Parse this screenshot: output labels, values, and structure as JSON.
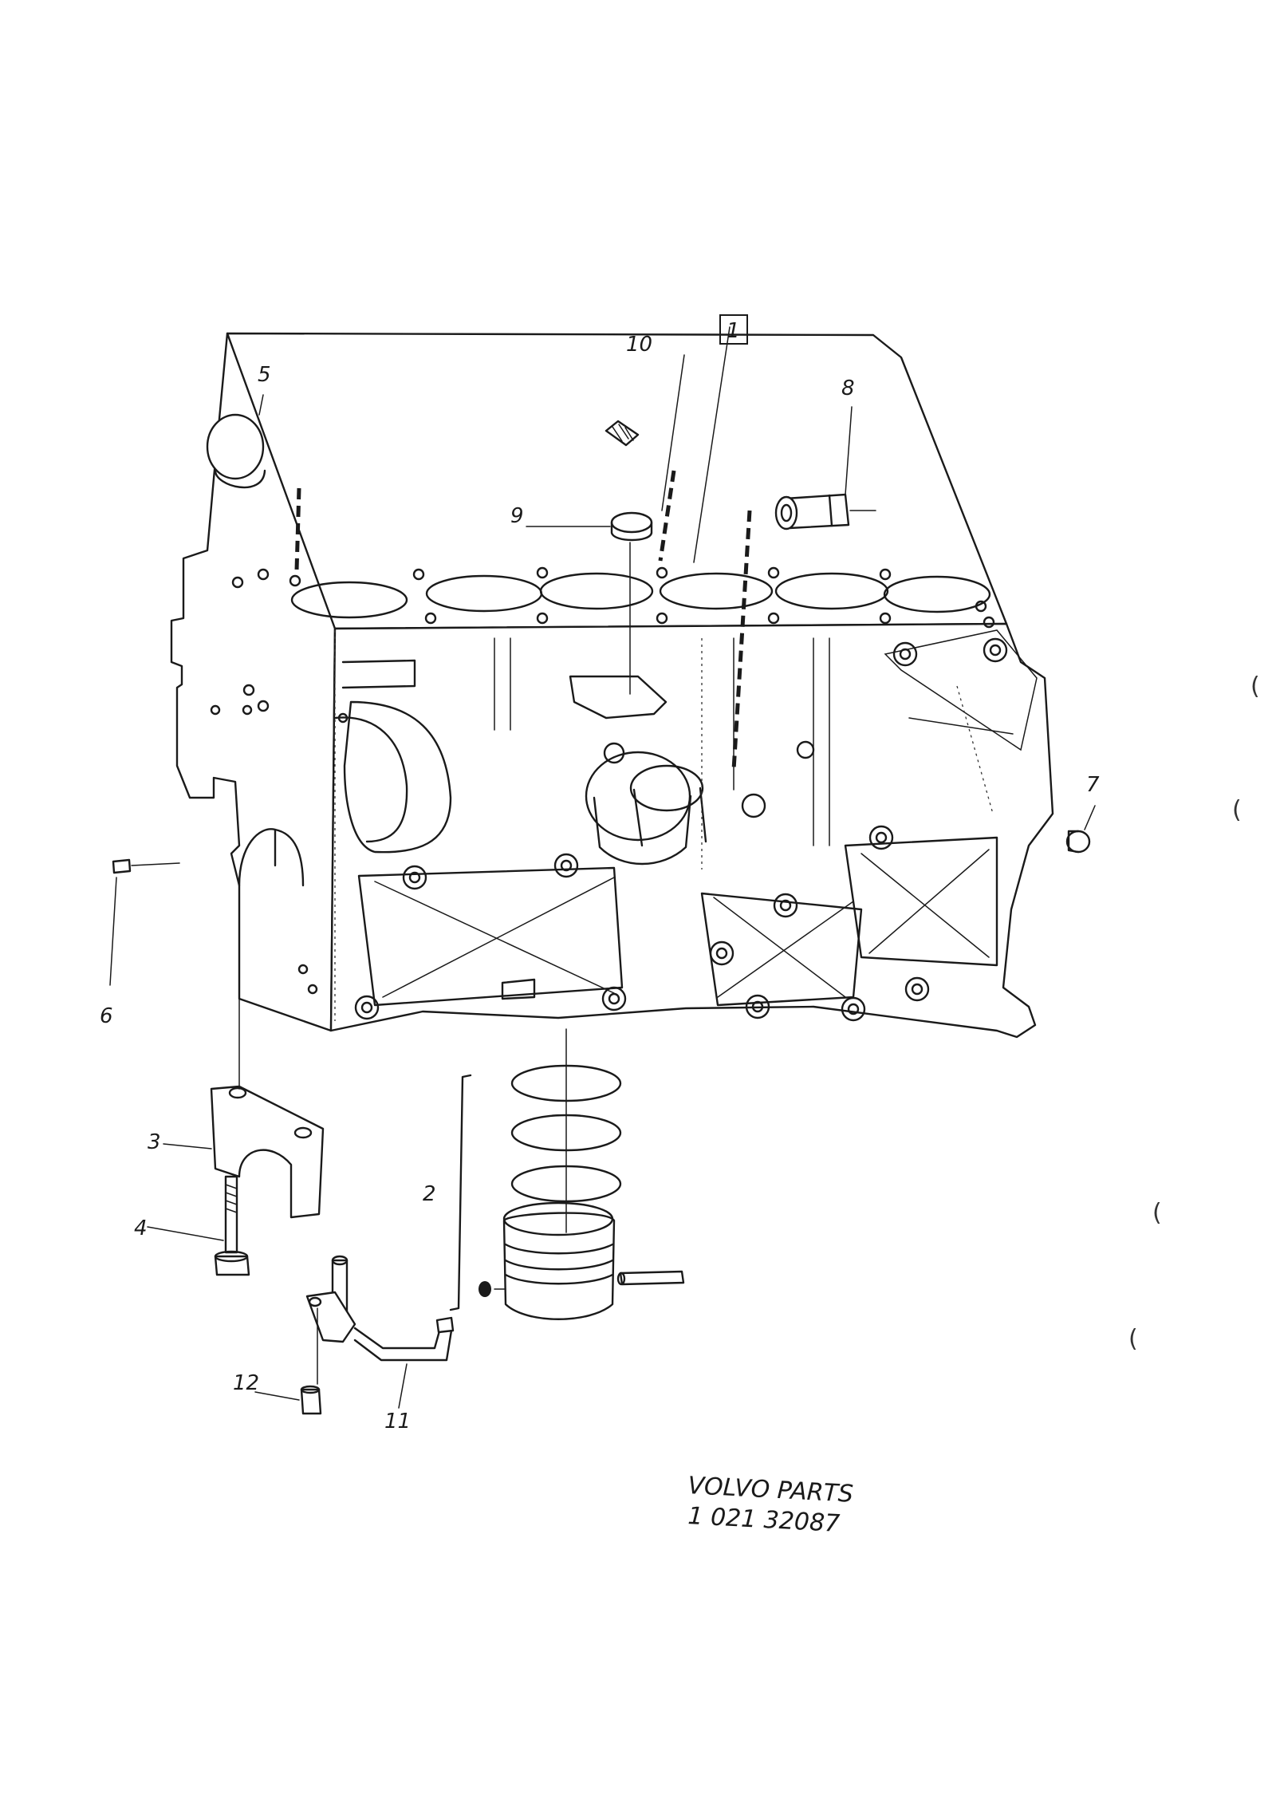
{
  "callouts": [
    {
      "id": "1",
      "label": "1"
    },
    {
      "id": "2",
      "label": "2"
    },
    {
      "id": "3",
      "label": "3"
    },
    {
      "id": "4",
      "label": "4"
    },
    {
      "id": "5",
      "label": "5"
    },
    {
      "id": "6",
      "label": "6"
    },
    {
      "id": "7",
      "label": "7"
    },
    {
      "id": "8",
      "label": "8"
    },
    {
      "id": "9",
      "label": "9"
    },
    {
      "id": "10",
      "label": "10"
    },
    {
      "id": "11",
      "label": "11"
    },
    {
      "id": "12",
      "label": "12"
    }
  ],
  "footer": {
    "line1": "VOLVO PARTS",
    "line2": "1 021 32087"
  },
  "margin_marks": [
    "(",
    "(",
    "(",
    "("
  ]
}
